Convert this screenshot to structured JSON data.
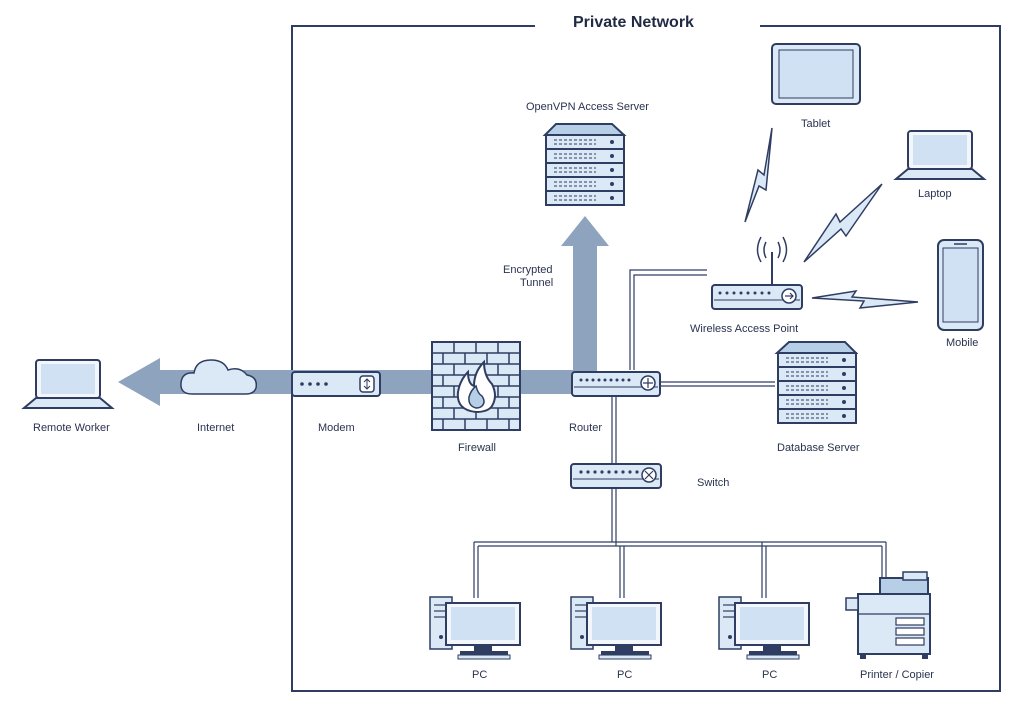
{
  "title": "Private Network",
  "nodes": {
    "remote_worker": "Remote Worker",
    "internet": "Internet",
    "modem": "Modem",
    "firewall": "Firewall",
    "router": "Router",
    "switch": "Switch",
    "vpn_server": "OpenVPN Access Server",
    "tunnel_line1": "Encrypted",
    "tunnel_line2": "Tunnel",
    "wap": "Wireless Access Point",
    "database": "Database Server",
    "tablet": "Tablet",
    "laptop": "Laptop",
    "mobile": "Mobile",
    "pc1": "PC",
    "pc2": "PC",
    "pc3": "PC",
    "printer": "Printer / Copier"
  },
  "colors": {
    "outline": "#2f3d63",
    "fill_light": "#dbe8f5",
    "fill_mid": "#b7cfe6",
    "arrow": "#8ea3bd"
  }
}
